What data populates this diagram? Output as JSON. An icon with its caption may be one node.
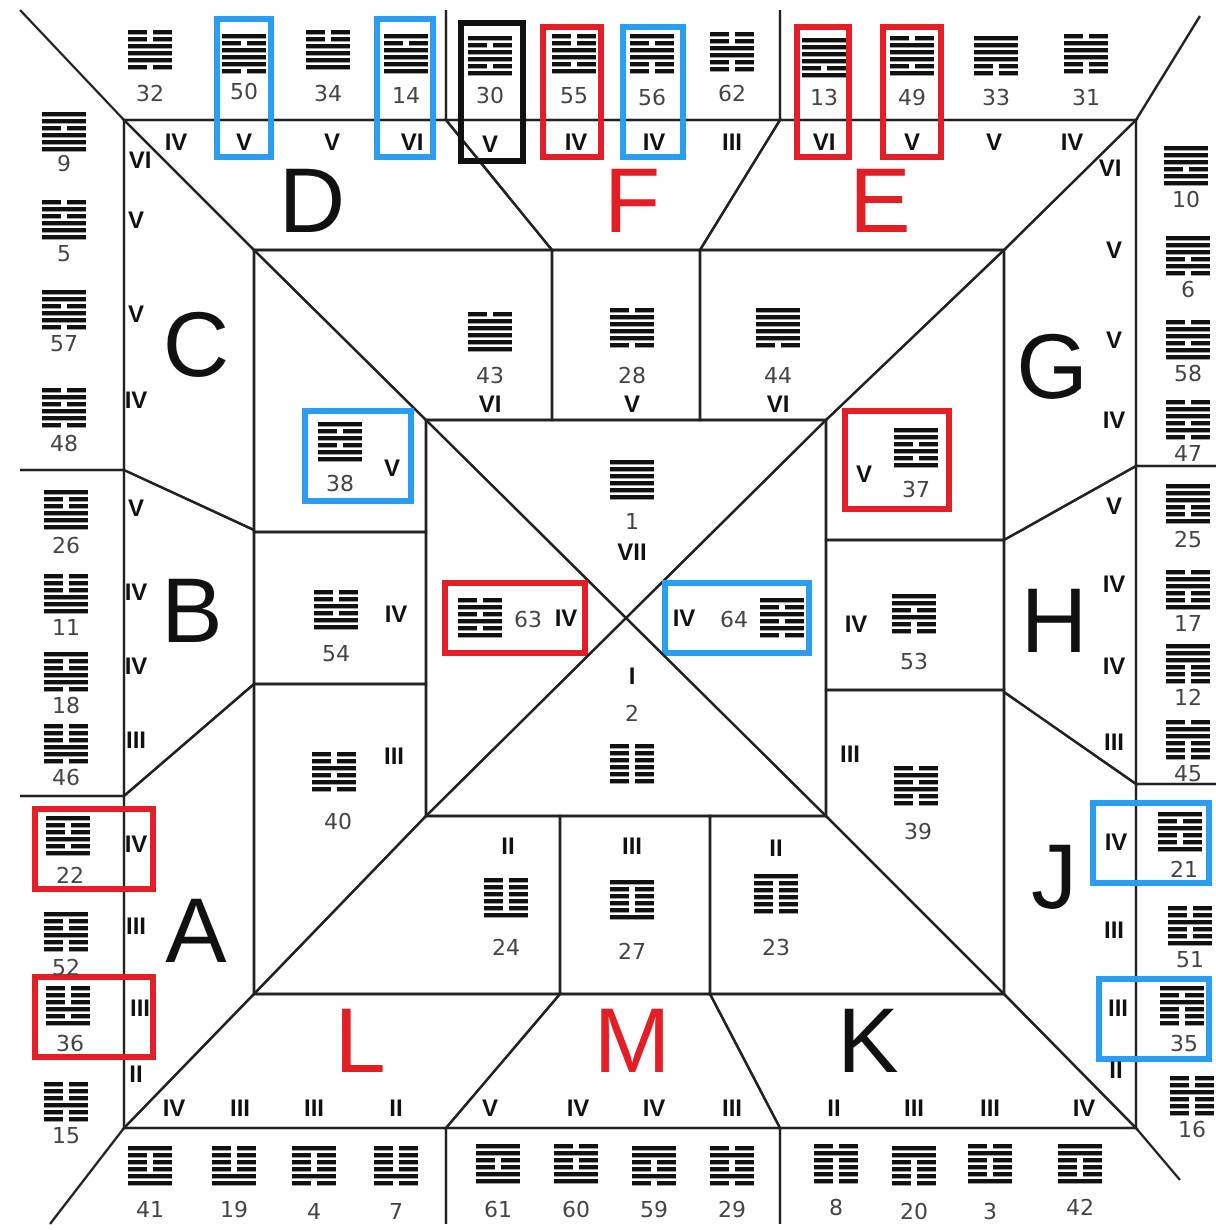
{
  "diagram": {
    "nodes": [
      {
        "text": [
          "50",
          "V"
        ]
      },
      {
        "text": [
          "14",
          "VI"
        ]
      },
      {
        "text": [
          "30",
          "V"
        ]
      },
      {
        "text": [
          "55",
          "IV"
        ]
      },
      {
        "text": [
          "56",
          "IV"
        ]
      },
      {
        "text": [
          "13",
          "VI"
        ]
      },
      {
        "text": [
          "49",
          "V"
        ]
      },
      {
        "text": [
          "D"
        ]
      },
      {
        "text": [
          "F"
        ]
      },
      {
        "text": [
          "E"
        ]
      },
      {
        "text": [
          "C"
        ]
      },
      {
        "text": [
          "G"
        ]
      },
      {
        "text": [
          "43",
          "VI"
        ]
      },
      {
        "text": [
          "28",
          "V"
        ]
      },
      {
        "text": [
          "44",
          "VI"
        ]
      },
      {
        "text": [],
        "shape": "box"
      },
      {
        "text": [
          "38",
          "V"
        ],
        "in": 15
      },
      {
        "text": [],
        "shape": "box"
      },
      {
        "text": [
          "V",
          "37"
        ],
        "in": 17
      },
      {
        "text": [
          "1",
          "VII"
        ]
      },
      {
        "text": [
          "B"
        ]
      },
      {
        "text": [
          "H"
        ]
      },
      {
        "text": [
          "54",
          "IV"
        ]
      },
      {
        "text": [],
        "shape": "triangle"
      },
      {
        "text": [
          "63",
          "IV"
        ],
        "in": 23
      },
      {
        "text": [],
        "shape": "triangle"
      },
      {
        "text": [
          "IV",
          "64"
        ],
        "in": 25
      },
      {
        "text": [
          "IV",
          "53"
        ]
      },
      {
        "text": [
          "I",
          "2"
        ]
      },
      {
        "text": [
          "III",
          "40"
        ]
      },
      {
        "text": [
          "III",
          "39"
        ]
      },
      {
        "text": [
          "22",
          "IV"
        ]
      },
      {
        "text": [
          "A"
        ]
      },
      {
        "text": [
          "J"
        ]
      },
      {
        "text": [
          "IV",
          "21"
        ]
      },
      {
        "text": [
          "II",
          "24"
        ]
      },
      {
        "text": [
          "III",
          "27"
        ]
      },
      {
        "text": [
          "II",
          "23"
        ]
      },
      {
        "text": [
          "36",
          "III"
        ]
      },
      {
        "text": [
          "III",
          "35"
        ]
      },
      {
        "text": [
          "L"
        ]
      },
      {
        "text": [
          "M"
        ]
      },
      {
        "text": [
          "K"
        ]
      }
    ],
    "labels": [
      "32",
      "34",
      "62",
      "33",
      "31",
      "IV",
      "V",
      "III",
      "V",
      "IV",
      "9",
      "VI",
      "5",
      "V",
      "57",
      "V",
      "48",
      "IV",
      "26",
      "V",
      "11",
      "IV",
      "18",
      "IV",
      "46",
      "III",
      "52",
      "III",
      "15",
      "II",
      "10",
      "VI",
      "6",
      "V",
      "58",
      "V",
      "47",
      "IV",
      "25",
      "V",
      "17",
      "IV",
      "12",
      "IV",
      "45",
      "III",
      "51",
      "III",
      "16",
      "II",
      "IV",
      "III",
      "III",
      "II",
      "V",
      "IV",
      "IV",
      "III",
      "II",
      "III",
      "III",
      "IV",
      "41",
      "19",
      "4",
      "7",
      "61",
      "60",
      "59",
      "29",
      "8",
      "20",
      "3",
      "42"
    ]
  }
}
